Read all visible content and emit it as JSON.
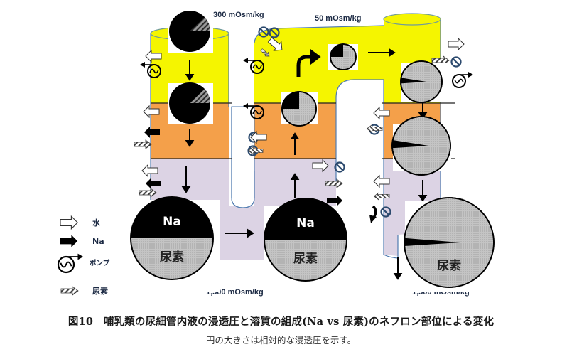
{
  "diagram": {
    "labels": {
      "cortex_osm": "300 mOsm/kg",
      "distal_osm": "50 mOsm/kg",
      "loop_tip_osm": "1,500 mOsm/kg",
      "collecting_tip_osm": "1,500 mOsm/kg"
    },
    "zones": {
      "cortex_color": "#f5f500",
      "outer_medulla_color": "#f4a04a",
      "inner_medulla_color": "#dcd3e4"
    },
    "pie_labels": {
      "na": "Na",
      "urea": "尿素"
    },
    "pies": [
      {
        "id": "proximal-start",
        "na_fraction": 0.88,
        "relative_osm": 1.0
      },
      {
        "id": "proximal-end",
        "na_fraction": 0.88,
        "relative_osm": 1.0
      },
      {
        "id": "loop-descending-tip",
        "na_fraction": 0.5,
        "relative_osm": 2.4
      },
      {
        "id": "loop-ascending-tip",
        "na_fraction": 0.5,
        "relative_osm": 2.4
      },
      {
        "id": "thick-ascending",
        "na_fraction": 0.25,
        "relative_osm": 0.95
      },
      {
        "id": "distal",
        "na_fraction": 0.25,
        "relative_osm": 0.7
      },
      {
        "id": "collecting-cortex",
        "na_fraction": 0.06,
        "relative_osm": 1.0
      },
      {
        "id": "collecting-outer-medulla",
        "na_fraction": 0.06,
        "relative_osm": 1.35
      },
      {
        "id": "collecting-inner-medulla",
        "na_fraction": 0.03,
        "relative_osm": 2.4
      }
    ]
  },
  "legend": {
    "items": [
      {
        "icon": "water-arrow-icon",
        "label": "水"
      },
      {
        "icon": "sodium-arrow-icon",
        "label": "Na"
      },
      {
        "icon": "pump-icon",
        "label": "ポンプ"
      },
      {
        "icon": "urea-arrow-icon",
        "label": "尿素"
      }
    ]
  },
  "caption": {
    "title": "図10　哺乳類の尿細管内液の浸透圧と溶質の組成(Na vs 尿素)のネフロン部位による変化",
    "subtitle": "円の大きさは相対的な浸透圧を示す。"
  }
}
